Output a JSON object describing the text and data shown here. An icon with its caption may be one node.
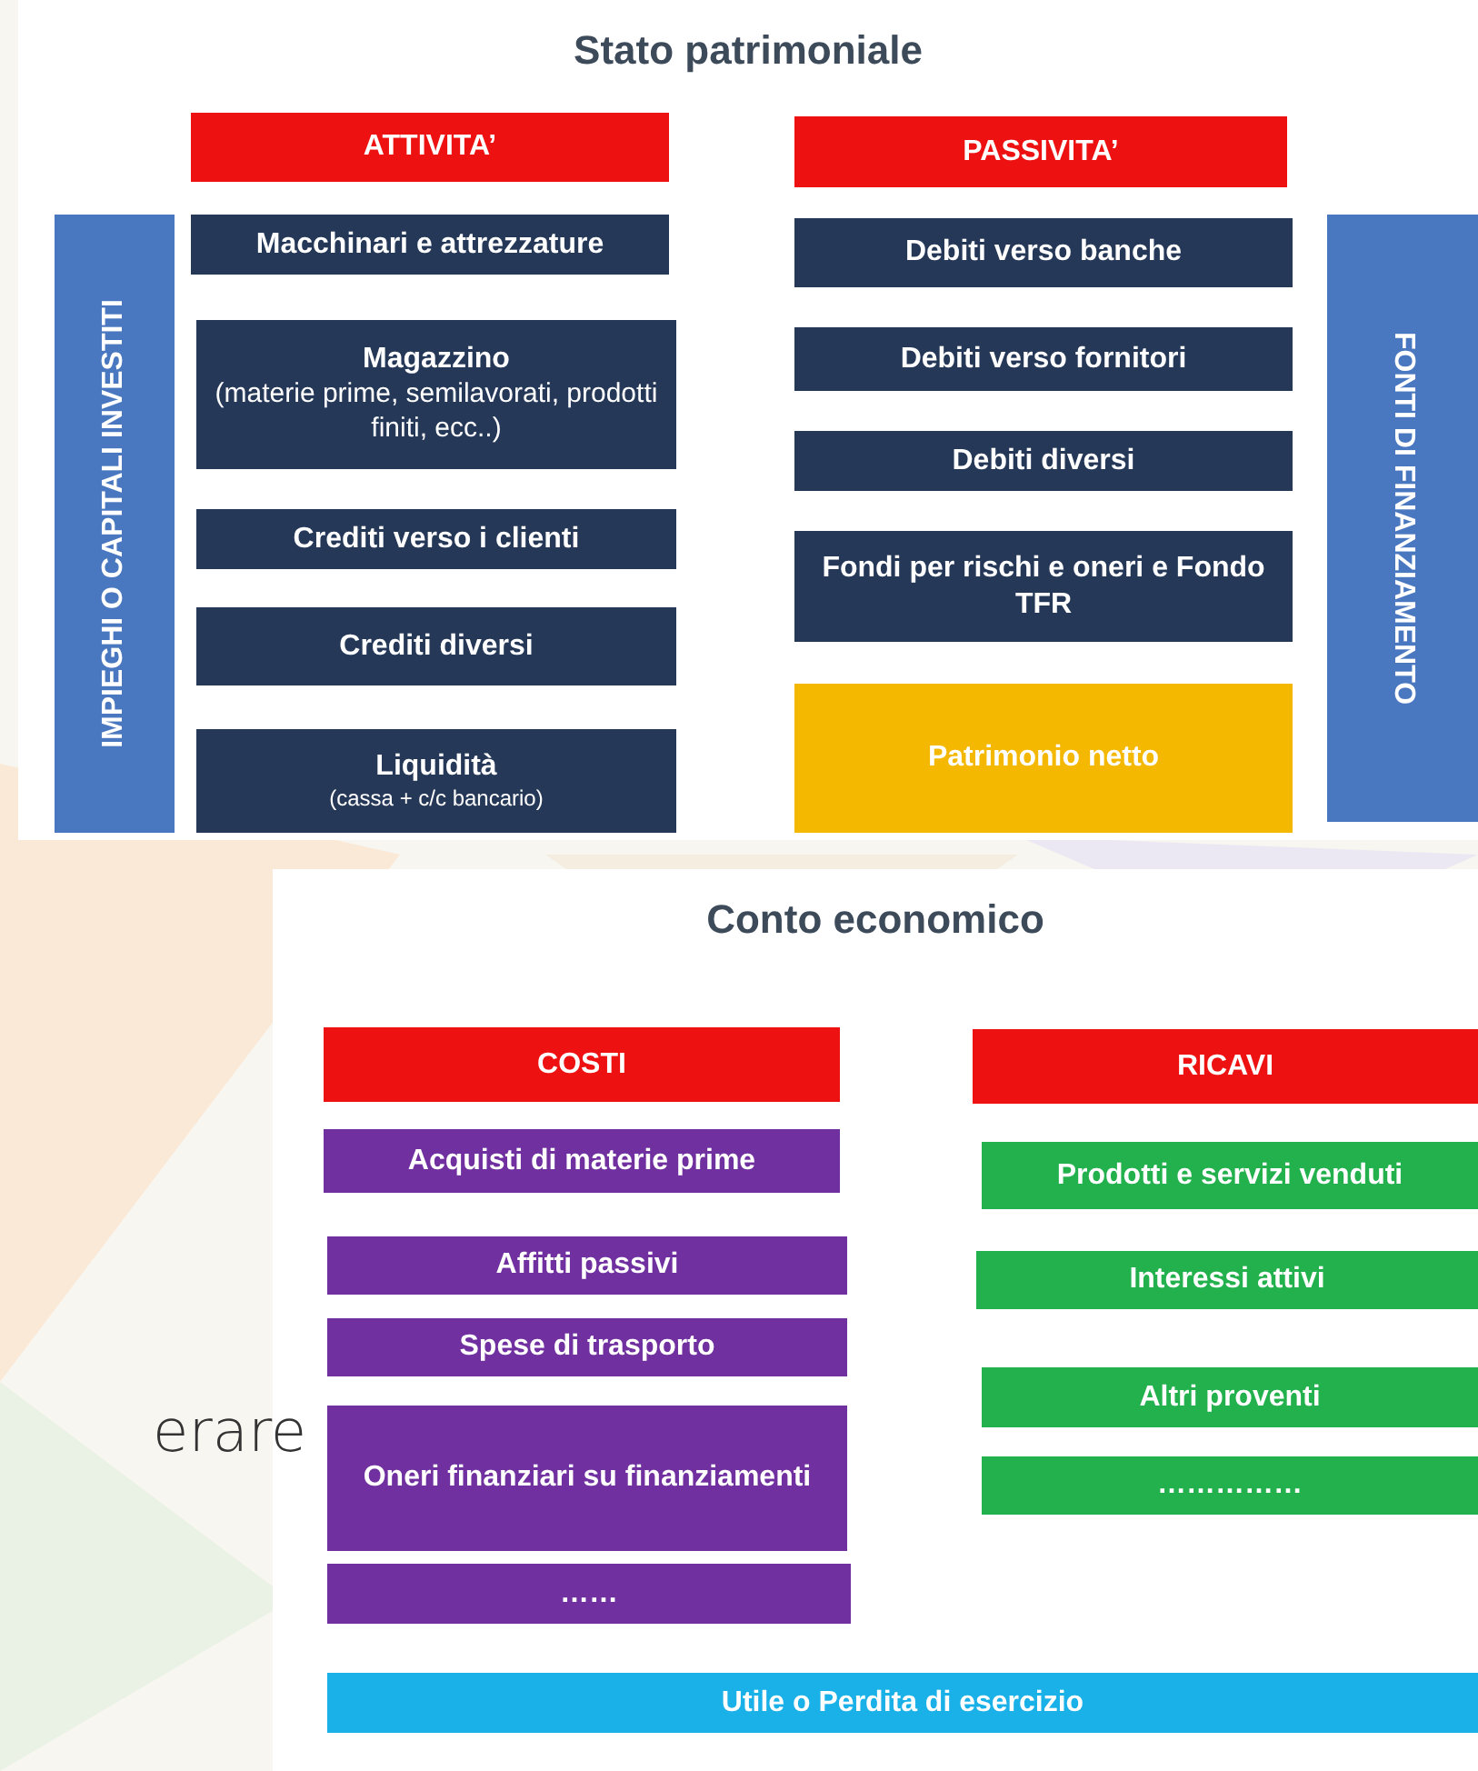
{
  "diagram": {
    "nodes": [
      {
        "text": [
          "Stato patrimoniale"
        ]
      },
      {
        "text": [
          "ATTIVITA’"
        ],
        "in": 0
      },
      {
        "text": [
          "PASSIVITA’"
        ],
        "in": 0
      },
      {
        "text": [
          "IMPIEGHI O CAPITALI INVESTITI"
        ],
        "in": 0
      },
      {
        "text": [
          "Macchinari e attrezzature"
        ],
        "in": 0
      },
      {
        "text": [
          "Magazzino",
          "(materie prime, semilavorati, prodotti finiti, ecc..)"
        ],
        "in": 0
      },
      {
        "text": [
          "Crediti verso i clienti"
        ],
        "in": 0
      },
      {
        "text": [
          "Crediti diversi"
        ],
        "in": 0
      },
      {
        "text": [
          "Liquidità",
          "(cassa +  c/c bancario)"
        ],
        "in": 0
      },
      {
        "text": [
          "Debiti verso banche"
        ],
        "in": 0
      },
      {
        "text": [
          "Debiti verso fornitori"
        ],
        "in": 0
      },
      {
        "text": [
          "Debiti diversi"
        ],
        "in": 0
      },
      {
        "text": [
          "Fondi per rischi e oneri e Fondo TFR"
        ],
        "in": 0
      },
      {
        "text": [
          "Patrimonio netto"
        ],
        "in": 0
      },
      {
        "text": [
          "FONTI  DI FINANZIAMENTO"
        ],
        "in": 0
      },
      {
        "text": [
          "Conto economico"
        ]
      },
      {
        "text": [
          "COSTI"
        ],
        "in": 15
      },
      {
        "text": [
          "RICAVI"
        ],
        "in": 15
      },
      {
        "text": [
          "Acquisti di materie prime"
        ],
        "in": 15
      },
      {
        "text": [
          "Affitti passivi"
        ],
        "in": 15
      },
      {
        "text": [
          "Spese di trasporto"
        ],
        "in": 15
      },
      {
        "text": [
          "Oneri finanziari su finanziamenti"
        ],
        "in": 15
      },
      {
        "text": [
          "……"
        ],
        "in": 15
      },
      {
        "text": [
          "Prodotti e servizi venduti"
        ],
        "in": 15
      },
      {
        "text": [
          "Interessi attivi"
        ],
        "in": 15
      },
      {
        "text": [
          "Altri proventi"
        ],
        "in": 15
      },
      {
        "text": [
          "……………"
        ],
        "in": 15
      },
      {
        "text": [
          "Utile o Perdita di esercizio"
        ],
        "in": 15
      }
    ],
    "labels": [
      "erare"
    ]
  }
}
